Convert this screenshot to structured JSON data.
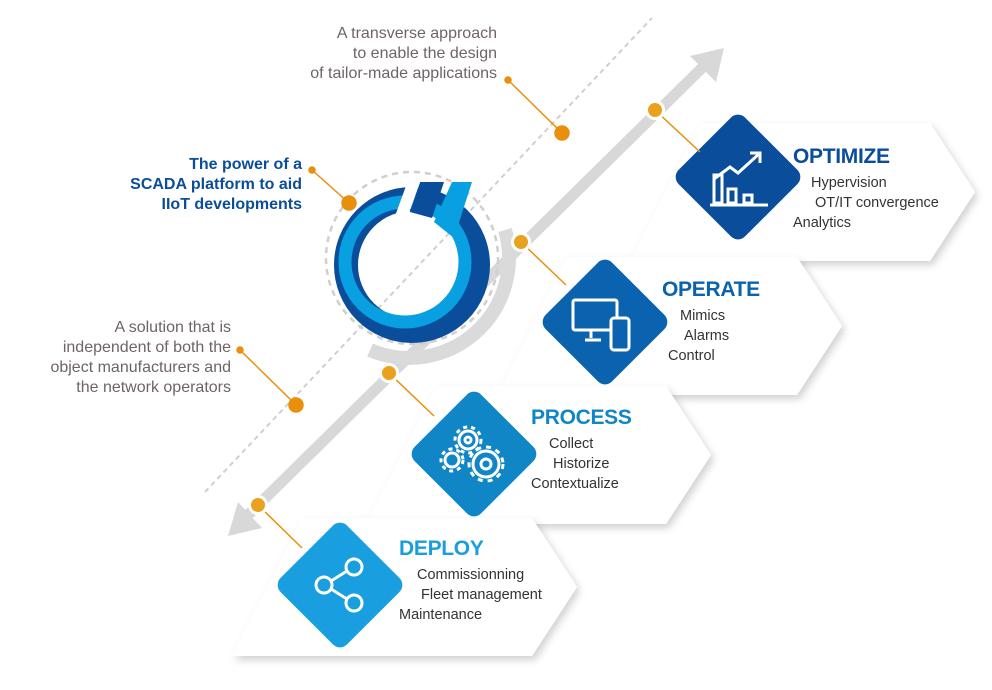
{
  "notes": {
    "top": [
      "A transverse approach",
      "to enable the design",
      "of tailor-made applications"
    ],
    "left": [
      "A solution that is",
      "independent of both the",
      "object manufacturers and",
      "the network operators"
    ],
    "highlight": [
      "The power of a",
      "SCADA platform to aid",
      "IIoT developments"
    ]
  },
  "steps": [
    {
      "title": "OPTIMIZE",
      "icon": "chart-growth-icon",
      "color": "#0a4d9a",
      "items": [
        "Hypervision",
        "OT/IT convergence",
        "Analytics"
      ]
    },
    {
      "title": "OPERATE",
      "icon": "devices-icon",
      "color": "#0b63b0",
      "items": [
        "Mimics",
        "Alarms",
        "Control"
      ]
    },
    {
      "title": "PROCESS",
      "icon": "gears-icon",
      "color": "#1086c6",
      "items": [
        "Collect",
        "Historize",
        "Contextualize"
      ]
    },
    {
      "title": "DEPLOY",
      "icon": "share-nodes-icon",
      "color": "#199fdf",
      "items": [
        "Commissionning",
        "Fleet management",
        "Maintenance"
      ]
    }
  ],
  "colors": {
    "accent": "#e8900c",
    "arrow": "#d6d6d6",
    "logo_light": "#08a0e0",
    "logo_dark": "#0a4d9a"
  }
}
